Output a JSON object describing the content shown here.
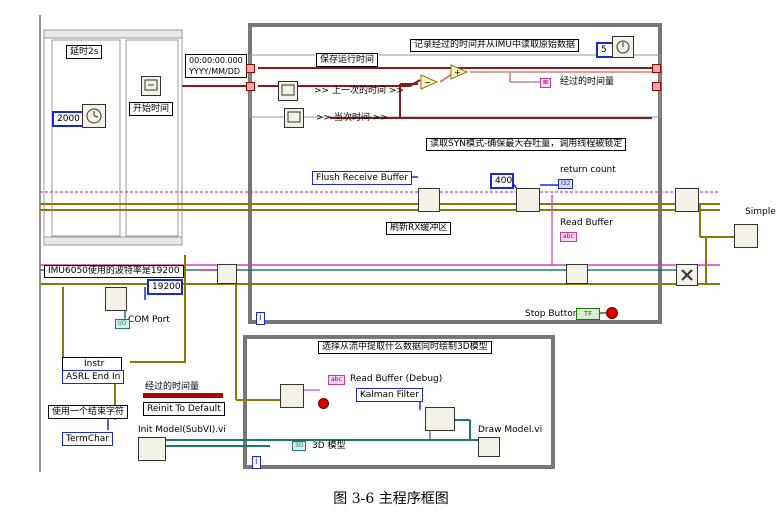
{
  "labels": {
    "delay": "延时2s",
    "start_time": "开始时间",
    "timestamp": "00:00:00.000\nYYYY/MM/DD",
    "keep_run_time": "保存运行时间",
    "record_elapsed": "记录经过的时间并从IMU中读取原始数据",
    "last_time": ">> 上一次的时间 >>",
    "current_time": ">> 当次时间 >>",
    "elapsed_time": "经过的时间量",
    "syn_mode": "读取SYN模式-确保最大吞吐量，调用线程被锁定",
    "flush_buffer": "Flush Receive Buffer",
    "refresh_rx": "刷新RX缓冲区",
    "return_count": "return count",
    "read_buffer": "Read Buffer",
    "baud_note": "IMU6050使用的波特率是19200",
    "com_port": "COM Port",
    "instr": "Instr",
    "asrl_end": "ASRL End In",
    "elapsed_time2": "经过的时间量",
    "reinit": "Reinit To Default",
    "use_terminator": "使用一个结束字符",
    "termchar": "TermChar",
    "stop_button": "Stop Button",
    "select_stream": "选择从流中提取什么数据同时绘制3D模型",
    "read_buffer_debug": "Read Buffer (Debug)",
    "kalman": "Kalman Filter",
    "init_model": "Init Model(SubVI).vi",
    "draw_model": "Draw Model.vi",
    "model_3d": "3D 模型",
    "simple": "Simple",
    "seq_i": "i",
    "seq_i2": "i"
  },
  "values": {
    "delay_const": "2000",
    "timeout_const": "5",
    "count_const": "400",
    "baud_const": "19200",
    "tf_text": "TF"
  },
  "caption": "图 3-6  主程序框图",
  "colors": {
    "wire_olive": "#8a7b00",
    "wire_pink": "#d040c0",
    "wire_maroon": "#8b1a1a",
    "wire_teal": "#1a7a70",
    "wire_blue": "#1a2ad0",
    "frame_gray": "#7a7a7a"
  }
}
